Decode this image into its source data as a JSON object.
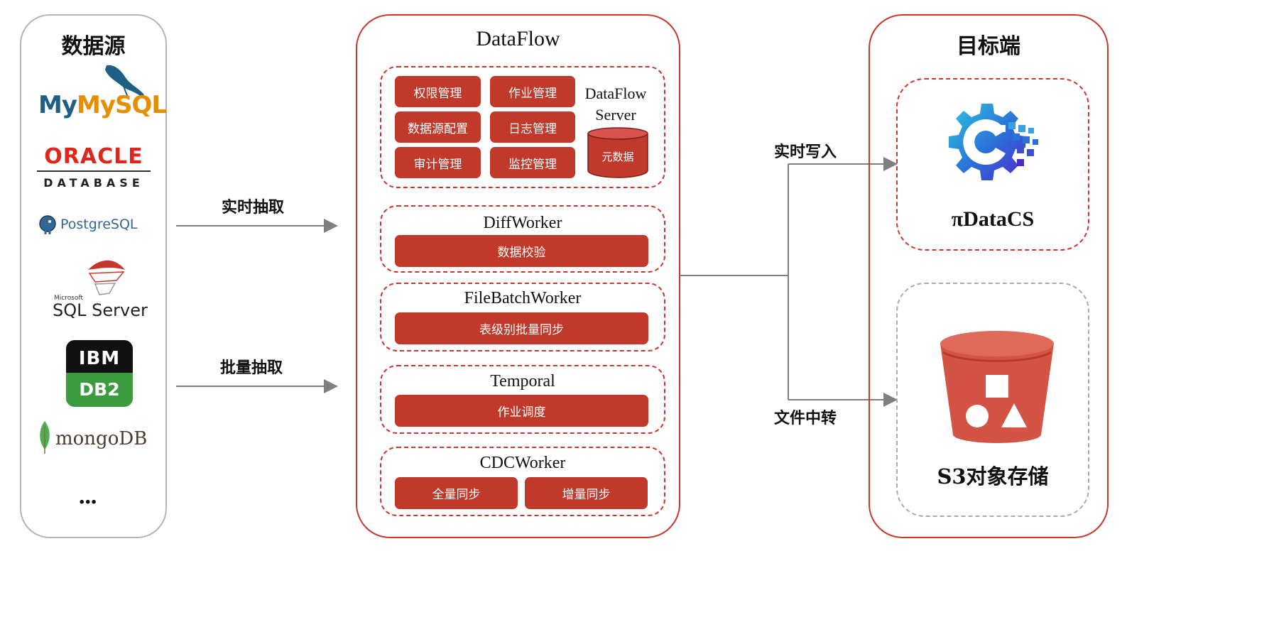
{
  "sources": {
    "title": "数据源",
    "logos": [
      "MySQL",
      "ORACLE",
      "DATABASE",
      "PostgreSQL",
      "Microsoft",
      "SQL Server",
      "IBM",
      "DB2",
      "mongoDB"
    ],
    "more": "..."
  },
  "arrows": {
    "realtime_extract": "实时抽取",
    "batch_extract": "批量抽取",
    "realtime_write": "实时写入",
    "file_transfer": "文件中转"
  },
  "dataflow": {
    "title": "DataFlow",
    "server": {
      "title_line1": "DataFlow",
      "title_line2": "Server",
      "buttons": [
        "权限管理",
        "作业管理",
        "数据源配置",
        "日志管理",
        "审计管理",
        "监控管理"
      ],
      "db_label": "元数据"
    },
    "diffworker": {
      "title": "DiffWorker",
      "button": "数据校验"
    },
    "filebatch": {
      "title": "FileBatchWorker",
      "button": "表级别批量同步"
    },
    "temporal": {
      "title": "Temporal",
      "button": "作业调度"
    },
    "cdc": {
      "title": "CDCWorker",
      "buttons": [
        "全量同步",
        "增量同步"
      ]
    }
  },
  "target": {
    "title": "目标端",
    "pidata": "πDataCS",
    "s3": "S3对象存储"
  },
  "colors": {
    "accent": "#c0392b",
    "panel_border_red": "#c8372d",
    "panel_border_gray": "#aaaaaa"
  }
}
